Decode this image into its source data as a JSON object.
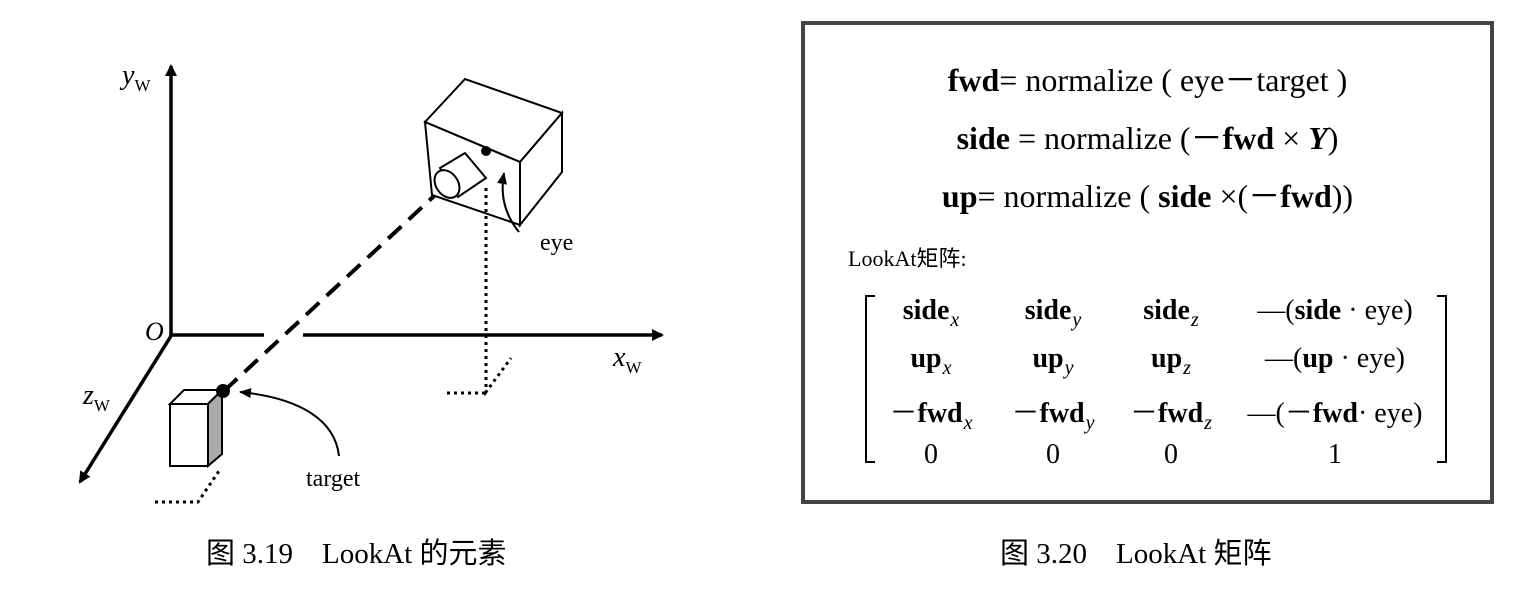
{
  "figure_left": {
    "caption": "图 3.19　LookAt 的元素",
    "labels": {
      "y_axis": [
        "y",
        "W"
      ],
      "x_axis": [
        "x",
        "W"
      ],
      "z_axis": [
        "z",
        "W"
      ],
      "origin": "O",
      "eye": "eye",
      "target": "target"
    }
  },
  "figure_right": {
    "caption": "图 3.20　LookAt 矩阵",
    "equations": {
      "fwd": {
        "lhs": "fwd",
        "rhs": "= normalize ( eye－target )"
      },
      "side": {
        "lhs": "side",
        "rhs_a": " = normalize (－",
        "b": "fwd",
        "rhs_b": " × ",
        "y": "Y",
        "rhs_c": ")"
      },
      "up": {
        "lhs": "up",
        "rhs_a": "= normalize ( ",
        "b1": "side",
        "rhs_b": " ×(－",
        "b2": "fwd",
        "rhs_c": "))"
      }
    },
    "matrix_label": "LookAt矩阵:",
    "matrix": {
      "rows": [
        [
          {
            "b": "side",
            "s": "x"
          },
          {
            "b": "side",
            "s": "y"
          },
          {
            "b": "side",
            "s": "z"
          },
          {
            "p": "—(",
            "b": "side",
            "t": " · eye)"
          }
        ],
        [
          {
            "b": "up",
            "s": "x"
          },
          {
            "b": "up",
            "s": "y"
          },
          {
            "b": "up",
            "s": "z"
          },
          {
            "p": "—(",
            "b": "up",
            "t": " · eye)"
          }
        ],
        [
          {
            "p": "－",
            "b": "fwd",
            "s": "x"
          },
          {
            "p": "－",
            "b": "fwd",
            "s": "y"
          },
          {
            "p": "－",
            "b": "fwd",
            "s": "z"
          },
          {
            "p": "—(－",
            "b": "fwd",
            "t": "· eye)"
          }
        ],
        [
          {
            "t": "0"
          },
          {
            "t": "0"
          },
          {
            "t": "0"
          },
          {
            "t": "1"
          }
        ]
      ]
    }
  }
}
